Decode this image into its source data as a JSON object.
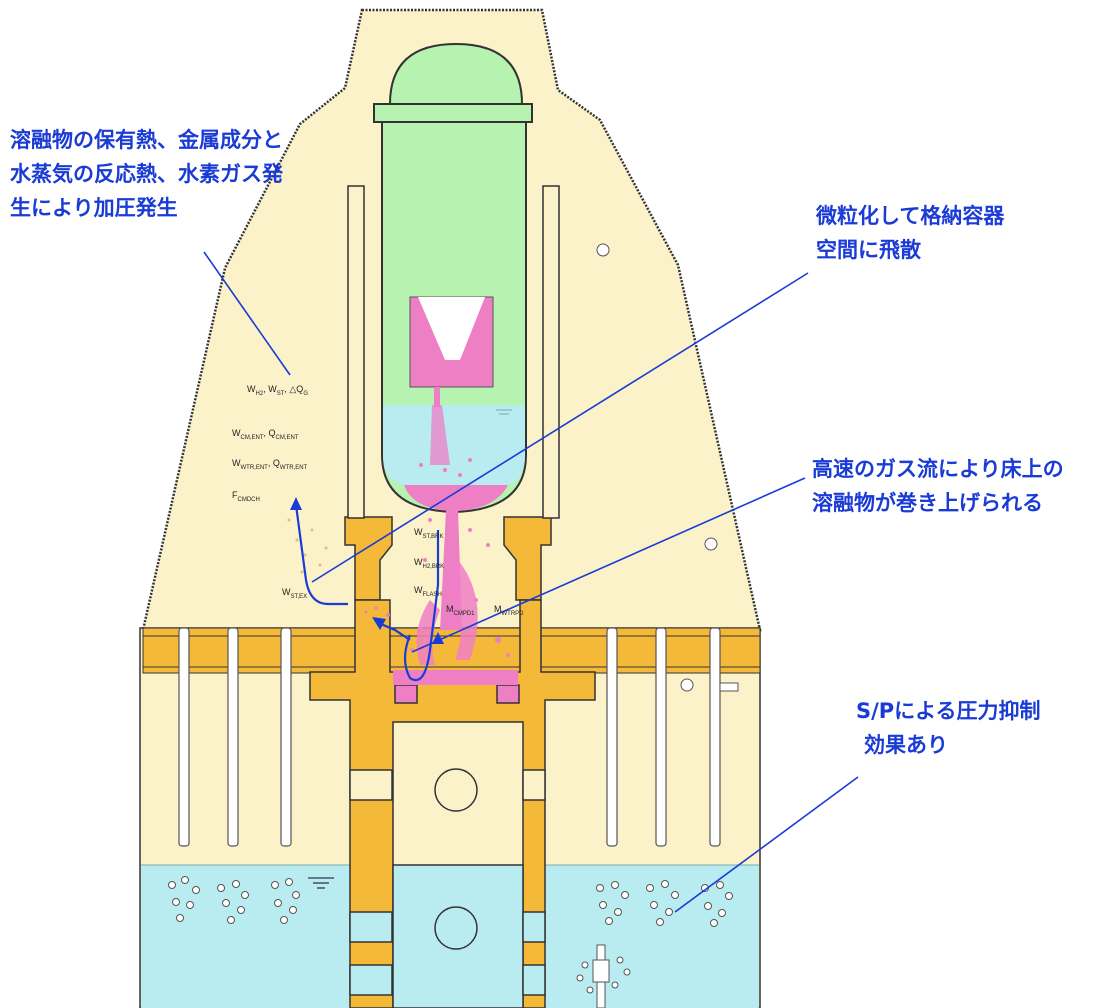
{
  "annotations": {
    "pressure_lines": [
      "溶融物の保有熱、金属成分と",
      "水蒸気の反応熱、水素ガス発",
      "生により加圧発生"
    ],
    "dispersal_lines": [
      "微粒化して格納容器",
      "空間に飛散"
    ],
    "entrainment_lines": [
      "高速のガス流により床上の",
      "溶融物が巻き上げられる"
    ],
    "suppression_lines": [
      "S/Pによる圧力抑制",
      "効果あり"
    ]
  },
  "variables": {
    "wh2": {
      "main": "W",
      "sub": "H2"
    },
    "wst": {
      "main": "W",
      "sub": "ST"
    },
    "qg": {
      "main": "Q",
      "sub": "G"
    },
    "wcm": {
      "main": "W",
      "sub": "CM,ENT"
    },
    "qcm": {
      "main": "Q",
      "sub": "CM,ENT"
    },
    "wwtr": {
      "main": "W",
      "sub": "WTR,ENT"
    },
    "qwtr": {
      "main": "Q",
      "sub": "WTR,ENT"
    },
    "fcm": {
      "main": "F",
      "sub": "CMDCH"
    },
    "wstbrk": {
      "main": "W",
      "sub": "ST,BRK"
    },
    "wh2brk": {
      "main": "W",
      "sub": "H2,BRK"
    },
    "wflash": {
      "main": "W",
      "sub": "FLASH"
    },
    "wstex": {
      "main": "W",
      "sub": "ST,EX"
    },
    "mcmpd": {
      "main": "M",
      "sub": "CMPD1"
    },
    "mwtrpd": {
      "main": "M",
      "sub": "WTRPD"
    }
  },
  "colors": {
    "drywell": "#fbf2c9",
    "concrete": "#f5b93a",
    "vessel": "#b6f2b0",
    "water": "#b8ecf1",
    "melt": "#ee7fc5",
    "annotation": "#1a3bd6",
    "outline": "#333333"
  }
}
